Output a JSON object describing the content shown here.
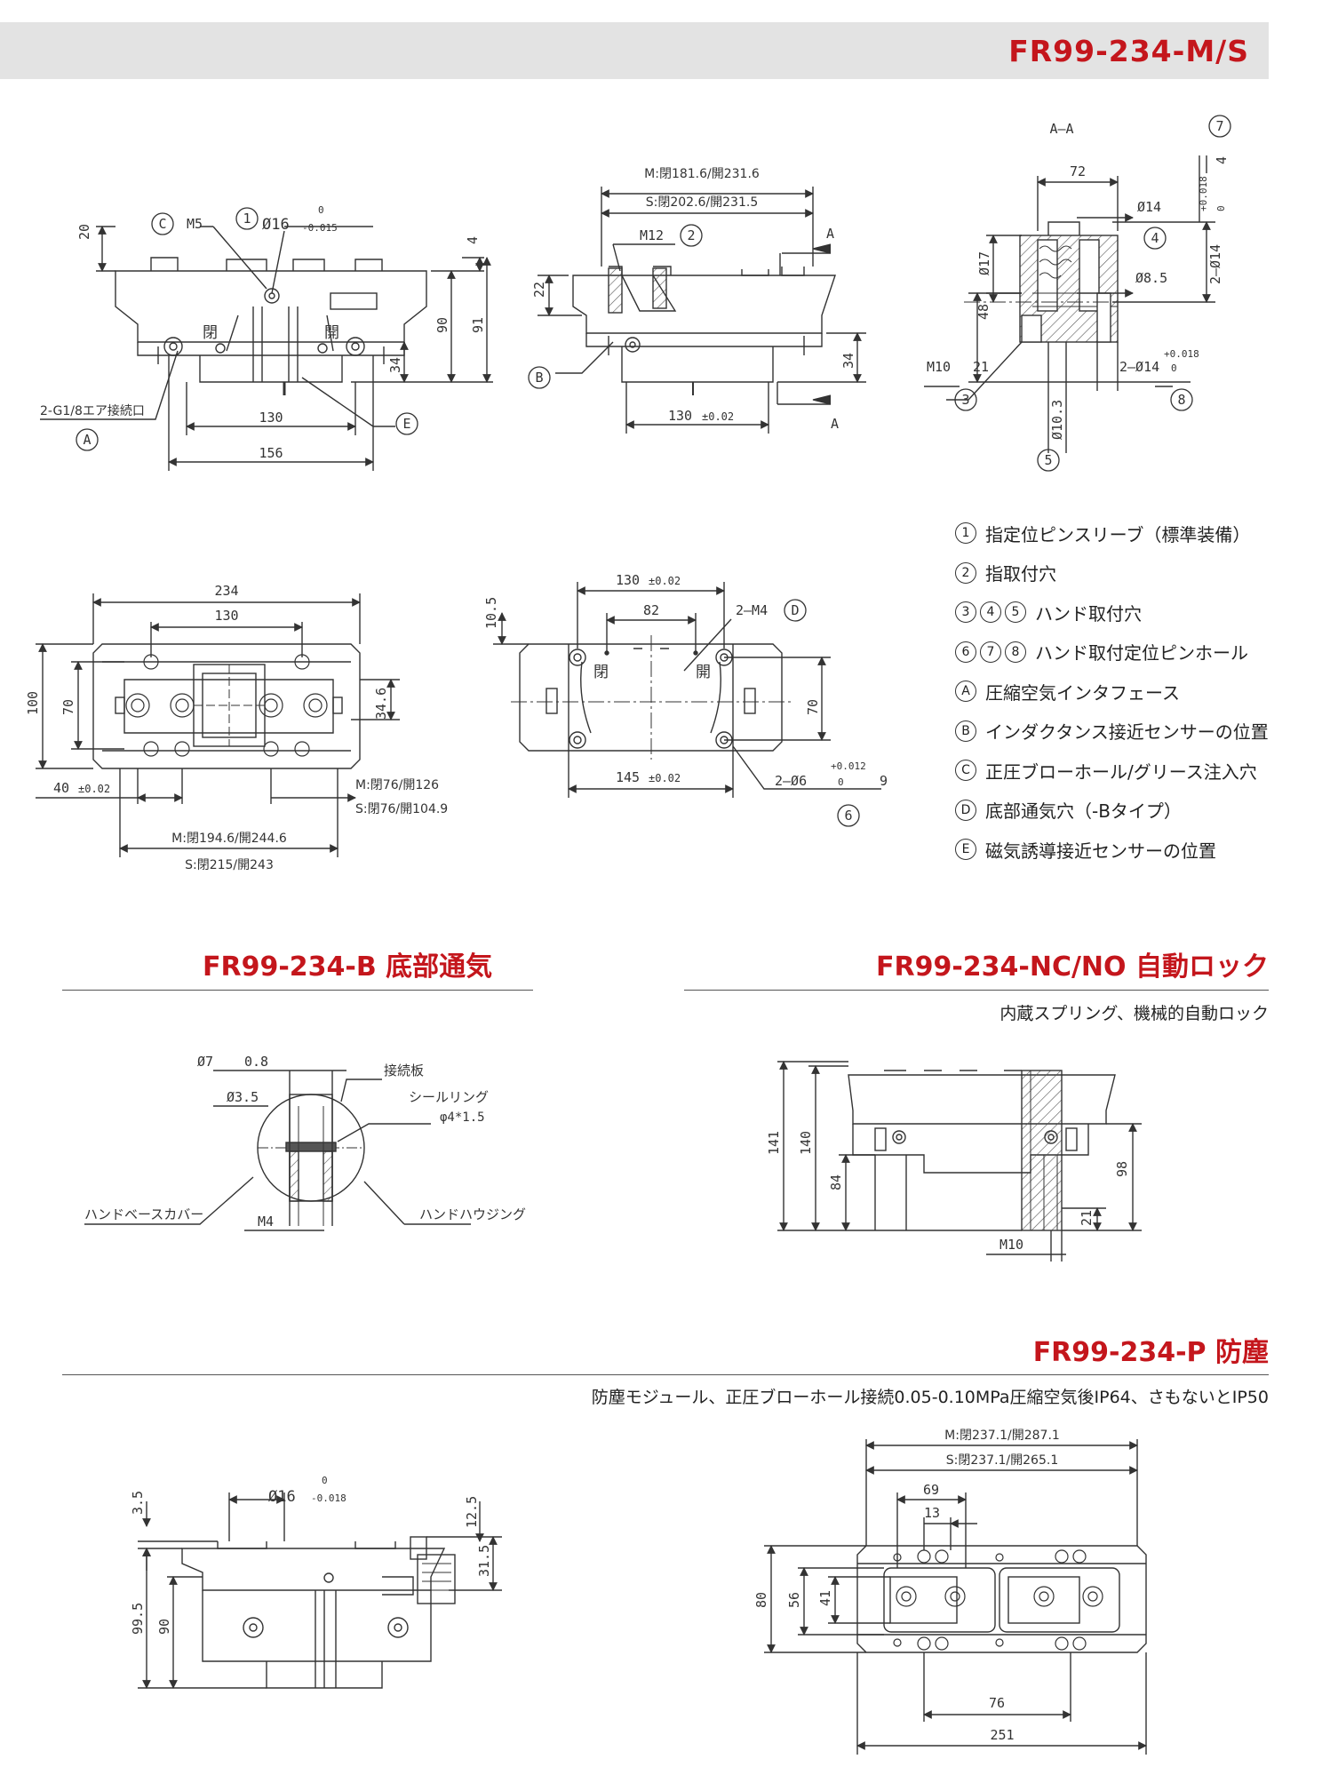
{
  "header": {
    "title": "FR99-234-M/S"
  },
  "sections": {
    "b": {
      "title": "FR99-234-B 底部通気"
    },
    "nc": {
      "title": "FR99-234-NC/NO 自動ロック",
      "note": "内蔵スプリング、機械的自動ロック"
    },
    "p": {
      "title": "FR99-234-P 防塵",
      "note": "防塵モジュール、正圧ブローホール接続0.05-0.10MPa圧縮空気後IP64、さもないとIP50"
    }
  },
  "legend": [
    {
      "markers": [
        "1"
      ],
      "text": "指定位ピンスリーブ（標準装備）"
    },
    {
      "markers": [
        "2"
      ],
      "text": "指取付穴"
    },
    {
      "markers": [
        "3",
        "4",
        "5"
      ],
      "text": "ハンド取付穴"
    },
    {
      "markers": [
        "6",
        "7",
        "8"
      ],
      "text": "ハンド取付定位ピンホール"
    },
    {
      "markers": [
        "A"
      ],
      "text": "圧縮空気インタフェース"
    },
    {
      "markers": [
        "B"
      ],
      "text": "インダクタンス接近センサーの位置"
    },
    {
      "markers": [
        "C"
      ],
      "text": "正圧ブローホール/グリース注入穴"
    },
    {
      "markers": [
        "D"
      ],
      "text": "底部通気穴（-Bタイプ）"
    },
    {
      "markers": [
        "E"
      ],
      "text": "磁気誘導接近センサーの位置"
    }
  ],
  "views": {
    "front": {
      "labels": {
        "c": "C",
        "m5": "M5",
        "one": "1",
        "phi16": "Ø16",
        "tol_up": "0",
        "tol_dn": "-0.015",
        "d20": "20",
        "d4": "4",
        "d90": "90",
        "d91": "91",
        "d34": "34",
        "d130": "130",
        "d156": "156",
        "closed": "閉",
        "open": "開",
        "air": "2-G1/8エア接続口",
        "a": "A",
        "e": "E"
      }
    },
    "side": {
      "labels": {
        "m_stroke": "M:閉181.6/開231.6",
        "s_stroke": "S:閉202.6/開231.5",
        "m12": "M12",
        "two": "2",
        "d22": "22",
        "d34": "34",
        "d130": "130",
        "tol": "±0.02",
        "a1": "A",
        "a2": "A",
        "b": "B"
      }
    },
    "section": {
      "labels": {
        "title": "A—A",
        "d72": "72",
        "phi14": "Ø14",
        "four": "4",
        "phi17": "Ø17",
        "phi85": "Ø8.5",
        "d48": "48",
        "m10": "M10",
        "d21": "21",
        "three": "3",
        "two_phi14": "2—Ø14",
        "tol_up": "+0.018",
        "tol_dn": "0",
        "eight": "8",
        "phi103": "Ø10.3",
        "five": "5",
        "seven": "7",
        "d4": "4",
        "vert_label": "2—Ø14"
      }
    },
    "top": {
      "labels": {
        "d234": "234",
        "d130": "130",
        "d100": "100",
        "d70": "70",
        "d346": "34.6",
        "d40": "40",
        "tol": "±0.02",
        "m_len": "M:閉76/開126",
        "s_len": "S:閉76/開104.9",
        "m_tot": "M:閉194.6/開244.6",
        "s_tot": "S:閉215/開243"
      }
    },
    "bottom": {
      "labels": {
        "d105": "10.5",
        "d130": "130",
        "tol": "±0.02",
        "d82": "82",
        "m4": "2—M4",
        "d": "D",
        "closed": "閉",
        "open": "開",
        "d70": "70",
        "d145": "145",
        "phi6": "2—Ø6",
        "tol_up": "+0.012",
        "tol_dn": "0",
        "d9": "9",
        "six": "6"
      }
    },
    "detail_b": {
      "labels": {
        "phi7": "Ø7",
        "d08": "0.8",
        "phi35": "Ø3.5",
        "plate": "接続板",
        "seal": "シールリング",
        "seal_dim": "φ4*1.5",
        "cover": "ハンドベースカバー",
        "m4": "M4",
        "housing": "ハンドハウジング"
      }
    },
    "detail_nc": {
      "labels": {
        "d141": "141",
        "d140": "140",
        "d84": "84",
        "d98": "98",
        "d21": "21",
        "m10": "M10"
      }
    },
    "detail_p_side": {
      "labels": {
        "d35": "3.5",
        "phi16": "Ø16",
        "tol_up": "0",
        "tol_dn": "-0.018",
        "d125": "12.5",
        "d315": "31.5",
        "d995": "99.5",
        "d90": "90"
      }
    },
    "detail_p_top": {
      "labels": {
        "m_len": "M:閉237.1/開287.1",
        "s_len": "S:閉237.1/開265.1",
        "d69": "69",
        "d13": "13",
        "d80": "80",
        "d56": "56",
        "d41": "41",
        "d76": "76",
        "d251": "251"
      }
    }
  }
}
